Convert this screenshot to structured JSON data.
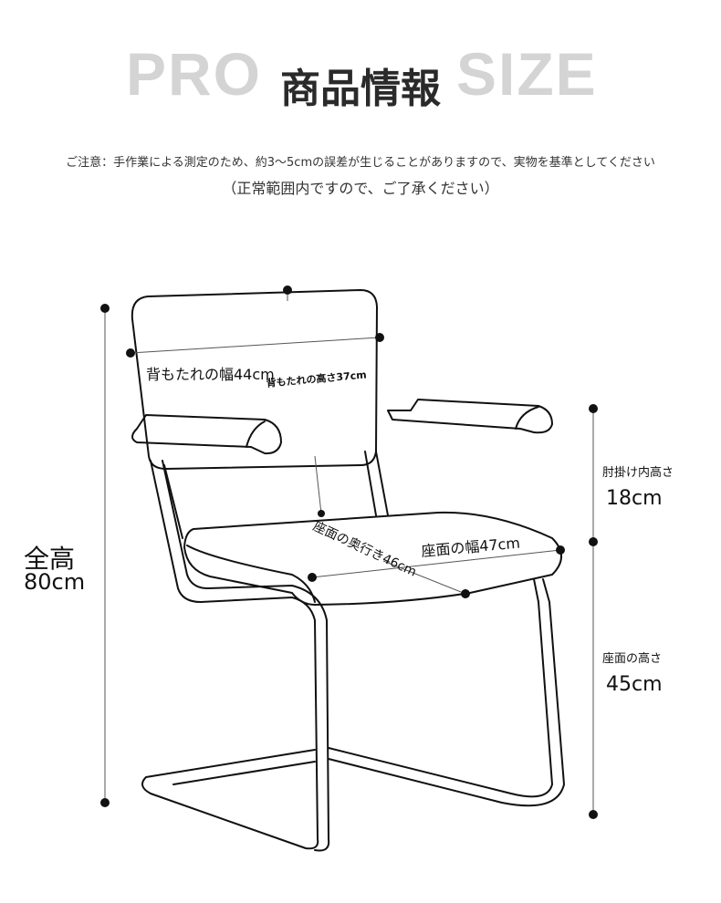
{
  "header": {
    "bg_left": "PRO",
    "bg_right": "SIZE",
    "title": "商品情報"
  },
  "notes": {
    "line1": "ご注意：手作業による測定のため、約3～5cmの誤差が生じることがありますので、実物を基準としてください",
    "line2": "（正常範囲内ですので、ご了承ください）"
  },
  "dimensions": {
    "total_height_label": "全高",
    "total_height_value": "80cm",
    "backrest_width": "背もたれの幅44cm",
    "backrest_height": "背もたれの高さ37cm",
    "seat_width": "座面の幅47cm",
    "seat_depth": "座面の奥行き46cm",
    "armrest_height_label": "肘掛け内高さ",
    "armrest_height_value": "18cm",
    "seat_height_label": "座面の高さ",
    "seat_height_value": "45cm"
  },
  "colors": {
    "line": "#111111",
    "background": "#ffffff",
    "watermark": "#d4d4d4"
  }
}
